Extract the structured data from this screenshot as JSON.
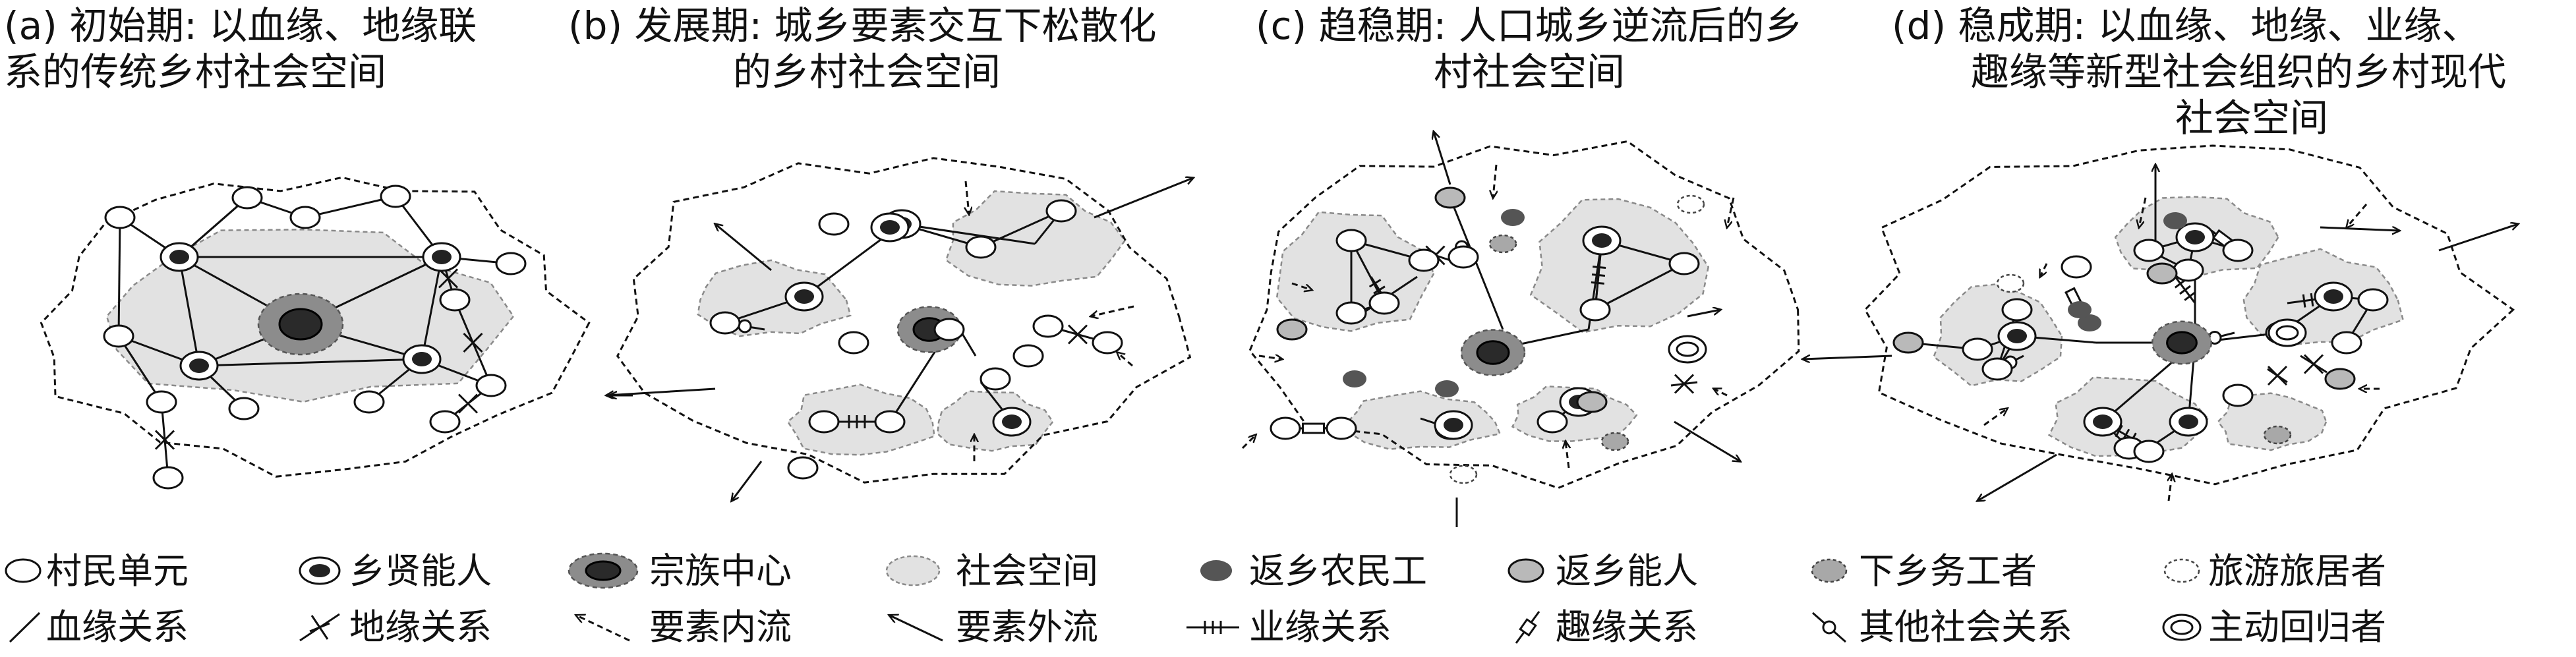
{
  "titles": [
    {
      "tag": "(a)",
      "lines": [
        "初始期: 以血缘、地缘联",
        "系的传统乡村社会空间"
      ]
    },
    {
      "tag": "(b)",
      "lines": [
        "发展期: 城乡要素交互下松散化",
        "的乡村社会空间"
      ]
    },
    {
      "tag": "(c)",
      "lines": [
        "趋稳期: 人口城乡逆流后的乡",
        "村社会空间"
      ]
    },
    {
      "tag": "(d)",
      "lines": [
        "稳成期: 以血缘、地缘、业缘、",
        "趣缘等新型社会组织的乡村现代",
        "社会空间"
      ]
    }
  ],
  "legend": {
    "row1": [
      {
        "icon": "villager-unit-icon",
        "label": "村民单元"
      },
      {
        "icon": "village-elite-icon",
        "label": "乡贤能人"
      },
      {
        "icon": "clan-center-icon",
        "label": "宗族中心"
      },
      {
        "icon": "social-space-icon",
        "label": "社会空间"
      },
      {
        "icon": "returning-migrant-icon",
        "label": "返乡农民工"
      },
      {
        "icon": "returning-elite-icon",
        "label": "返乡能人"
      },
      {
        "icon": "rural-worker-icon",
        "label": "下乡务工者"
      },
      {
        "icon": "tourist-resident-icon",
        "label": "旅游旅居者"
      }
    ],
    "row2": [
      {
        "icon": "blood-relation-icon",
        "label": "血缘关系"
      },
      {
        "icon": "geo-relation-icon",
        "label": "地缘关系"
      },
      {
        "icon": "factor-inflow-icon",
        "label": "要素内流"
      },
      {
        "icon": "factor-outflow-icon",
        "label": "要素外流"
      },
      {
        "icon": "business-relation-icon",
        "label": "业缘关系"
      },
      {
        "icon": "interest-relation-icon",
        "label": "趣缘关系"
      },
      {
        "icon": "other-relation-icon",
        "label": "其他社会关系"
      },
      {
        "icon": "active-returner-icon",
        "label": "主动回归者"
      }
    ]
  },
  "colors": {
    "space_fill": "#e2e2e2",
    "space_stroke": "#8a8a8a",
    "clan_halo": "#8c8c8c",
    "clan_core": "#2a2a2a",
    "line": "#111111",
    "migrant": "#555555",
    "elite_return": "#b9b9b9",
    "worker": "#a8a8a8"
  }
}
